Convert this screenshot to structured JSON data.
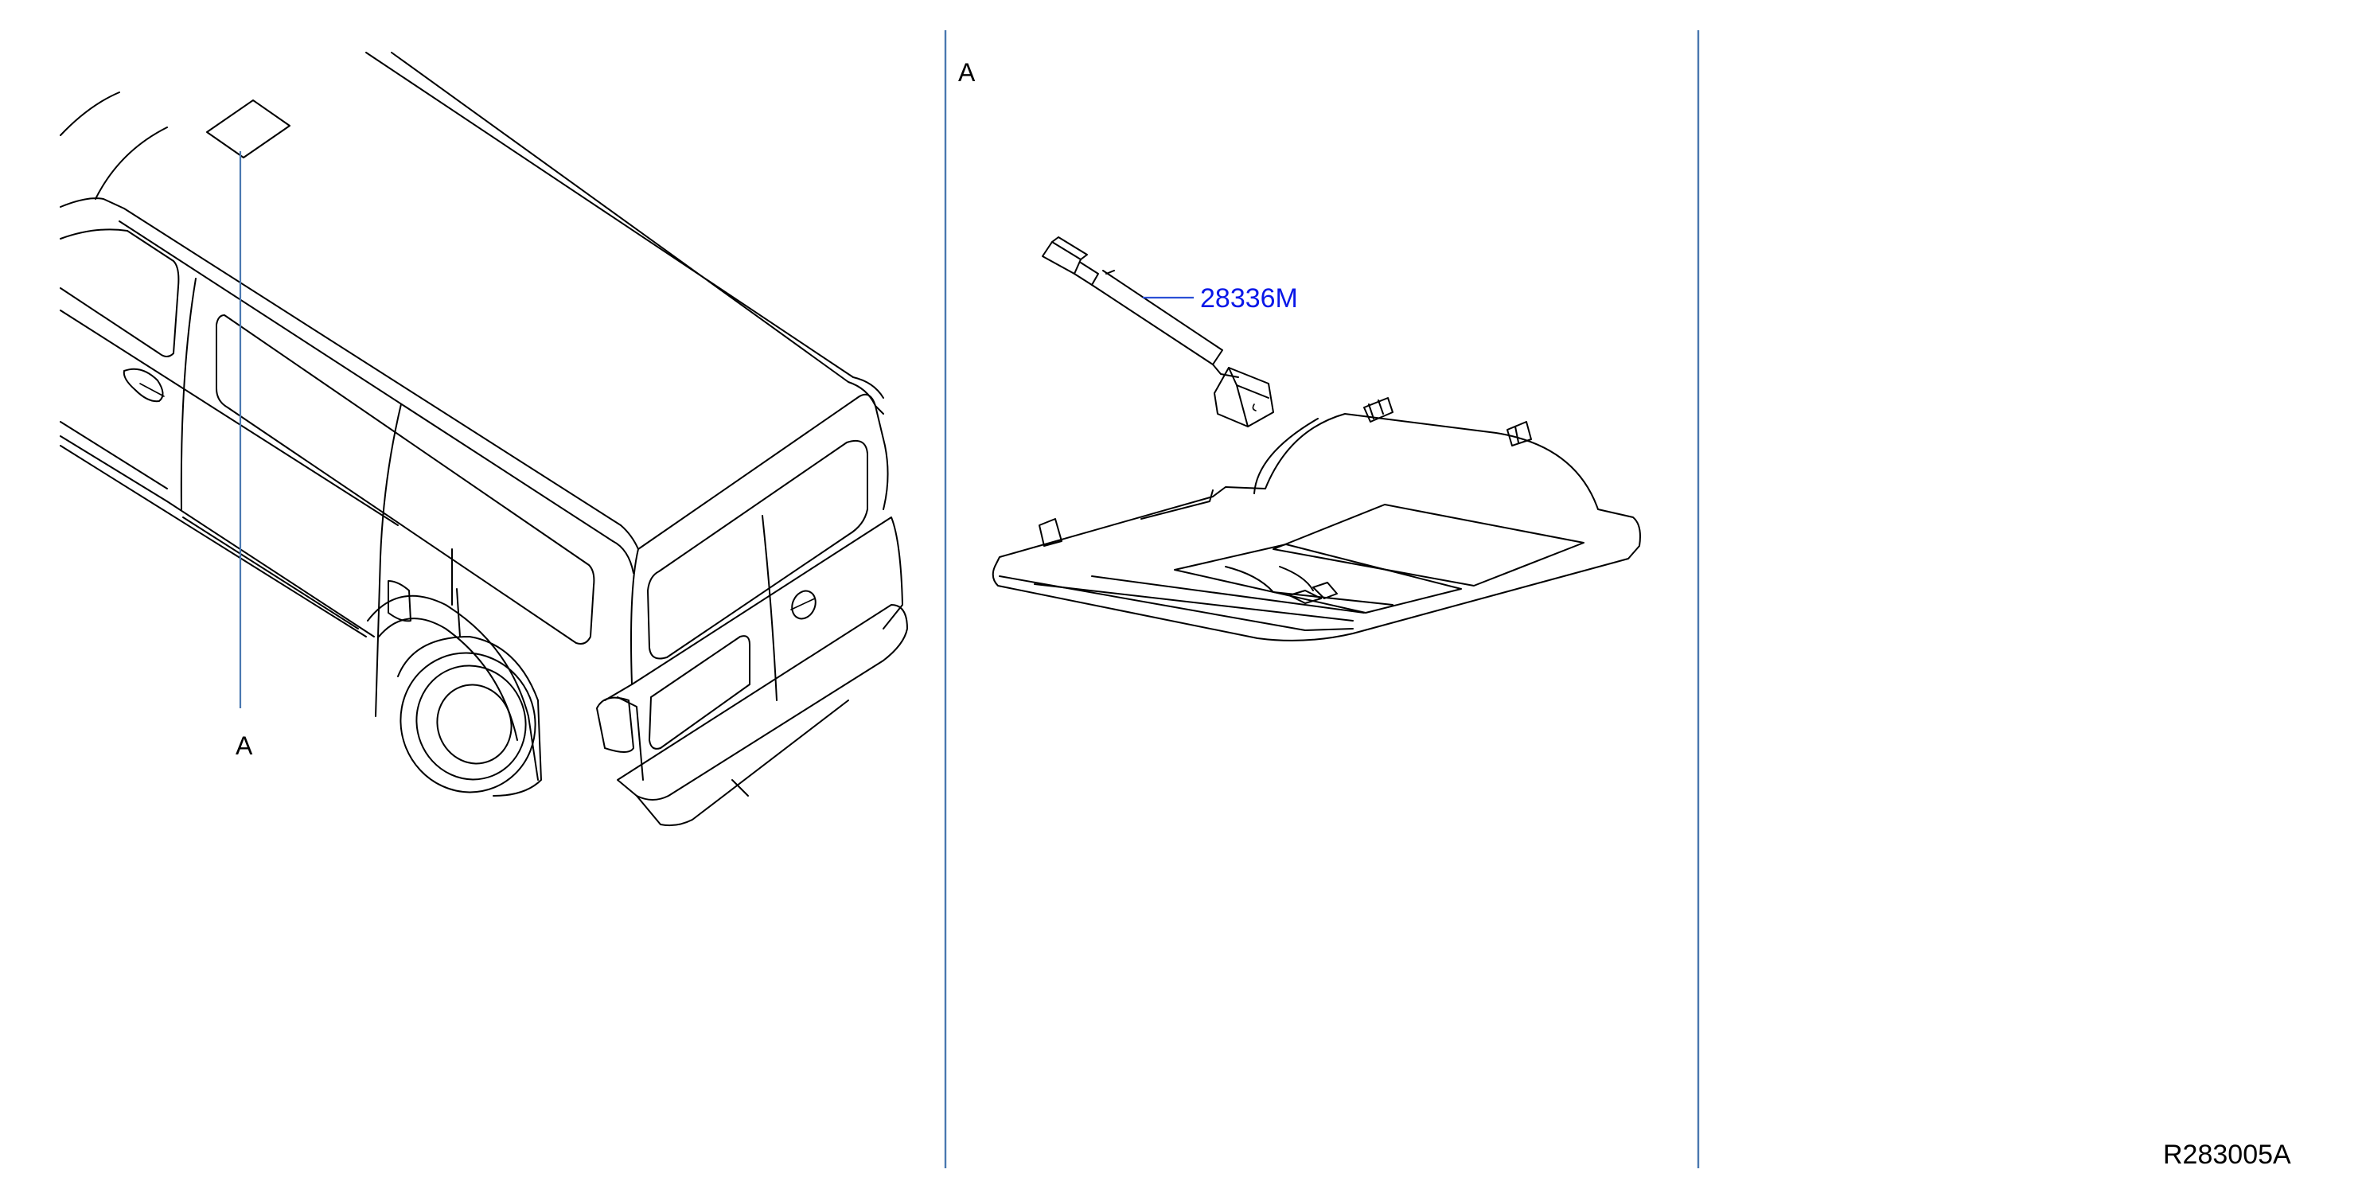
{
  "view_a_marker": "A",
  "detail_label": "A",
  "callouts": [
    {
      "part_number": "28336M",
      "color": "#0a18e8"
    }
  ],
  "drawing_code": "R283005A"
}
